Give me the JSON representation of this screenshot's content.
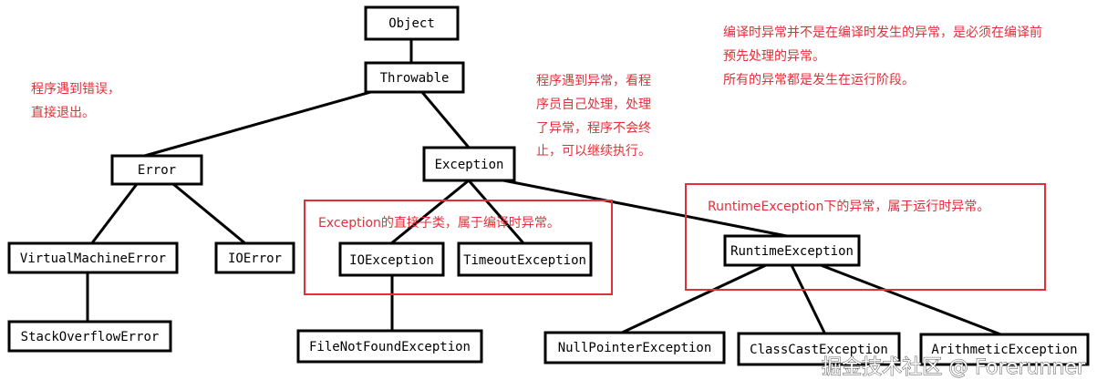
{
  "nodes": {
    "object": "Object",
    "throwable": "Throwable",
    "error": "Error",
    "exception": "Exception",
    "virtual_machine_error": "VirtualMachineError",
    "io_error": "IOError",
    "stack_overflow_error": "StackOverflowError",
    "io_exception": "IOException",
    "timeout_exception": "TimeoutException",
    "file_not_found_exception": "FileNotFoundException",
    "runtime_exception": "RuntimeException",
    "null_pointer_exception": "NullPointerException",
    "class_cast_exception": "ClassCastException",
    "arithmetic_exception": "ArithmeticException"
  },
  "annotations": {
    "error_note": [
      "程序遇到错误，",
      "直接退出。"
    ],
    "exception_note": [
      "程序遇到异常，看程",
      "序员自己处理，处理",
      "了异常，程序不会终",
      "止，可以继续执行。"
    ],
    "compile_note": [
      "编译时异常并不是在编译时发生的异常，是必须在编译前",
      "预先处理的异常。",
      "所有的异常都是发生在运行阶段。"
    ],
    "checked_box_label": "Exception的直接子类，属于编译时异常。",
    "runtime_box_label": "RuntimeException下的异常，属于运行时异常。"
  },
  "watermark": "掘金技术社区 @ Forerunner",
  "colors": {
    "annotation": "#e0303a",
    "node_border": "#000000"
  }
}
